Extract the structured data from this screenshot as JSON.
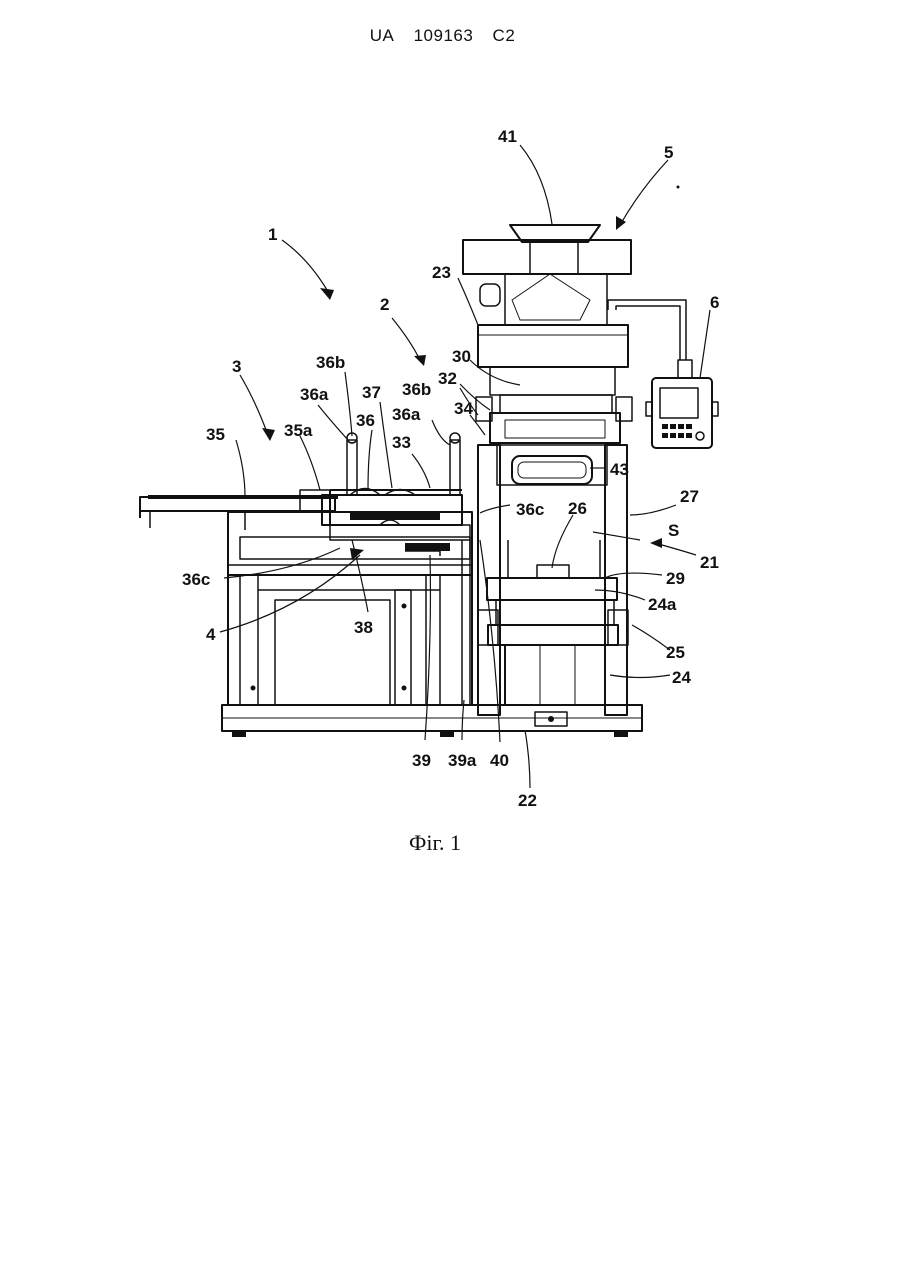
{
  "header": {
    "country": "UA",
    "number": "109163",
    "kind": "C2"
  },
  "caption": "Фіг. 1",
  "labels": {
    "l41": "41",
    "l5": "5",
    "l1": "1",
    "l23": "23",
    "l6": "6",
    "l2": "2",
    "l3": "3",
    "l30": "30",
    "l36b_left": "36b",
    "l36a_left": "36a",
    "l37": "37",
    "l36b_right": "36b",
    "l32": "32",
    "l35": "35",
    "l35a": "35a",
    "l36": "36",
    "l36a_right": "36a",
    "l34": "34",
    "l33": "33",
    "l43": "43",
    "l27": "27",
    "l26": "26",
    "l36c_right": "36c",
    "l36c_left": "36c",
    "lS": "S",
    "l21": "21",
    "l29": "29",
    "l4": "4",
    "l38": "38",
    "l24a": "24a",
    "l25": "25",
    "l24": "24",
    "l39": "39",
    "l39a": "39a",
    "l40": "40",
    "l22": "22"
  }
}
